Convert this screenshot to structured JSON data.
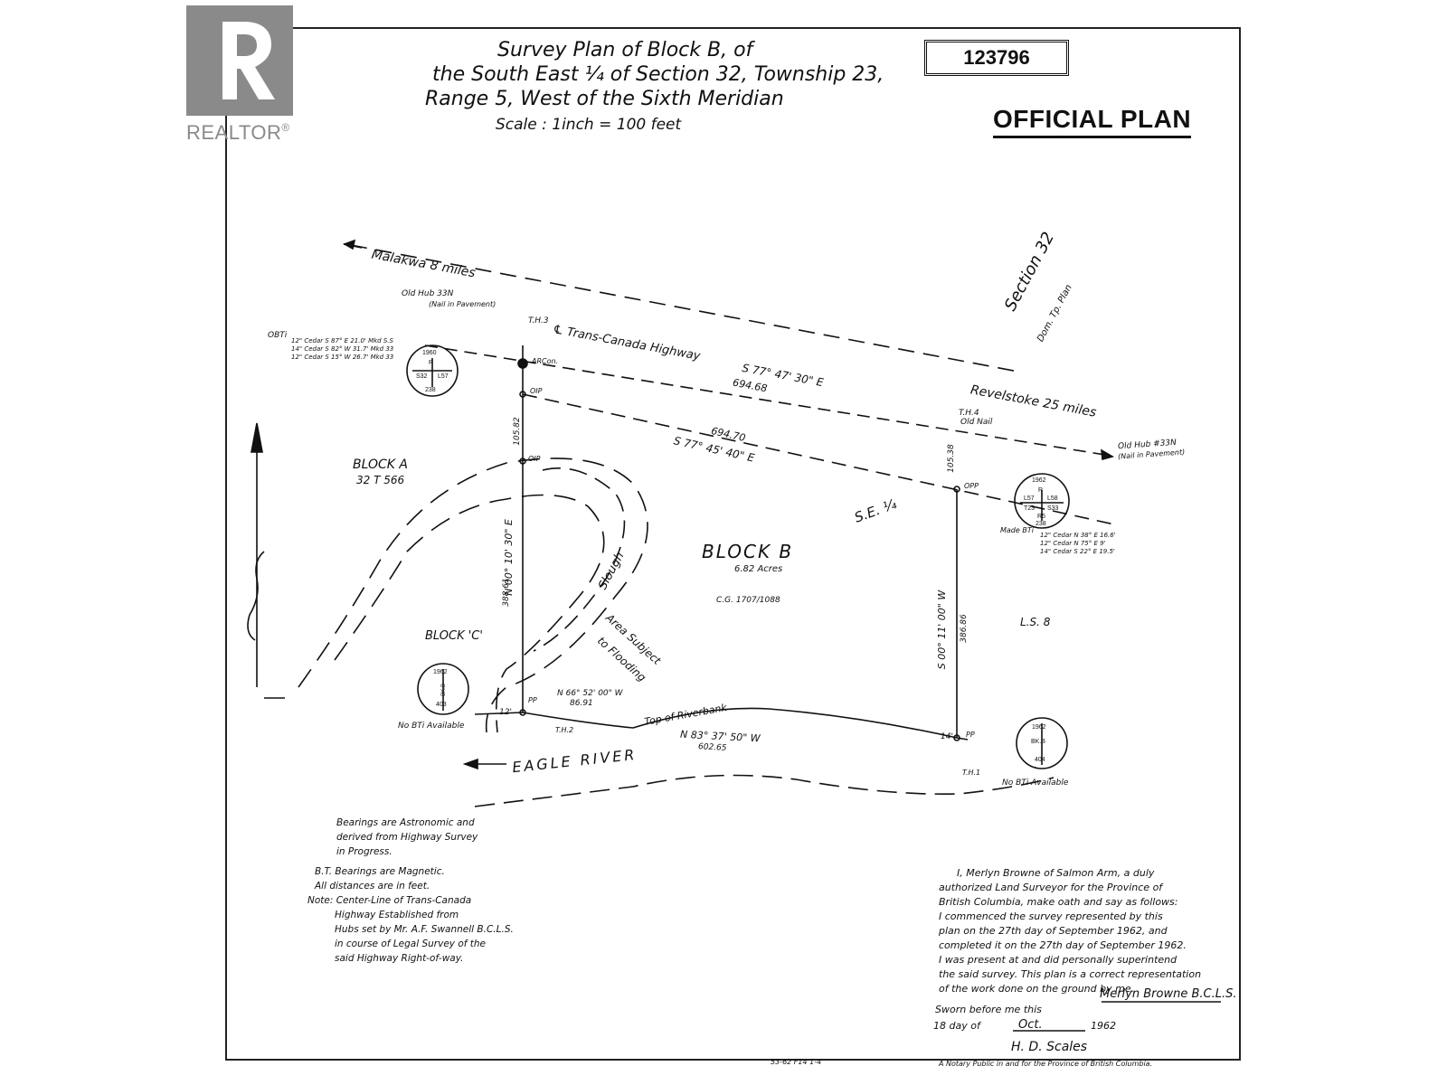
{
  "logo": {
    "text": "REALTOR",
    "icon": "realtor-r-logo"
  },
  "plan_number": "123796",
  "official_label": "OFFICIAL PLAN",
  "title_lines": [
    "Survey Plan of Block B, of",
    "the South East ¼ of Section 32, Township 23,",
    "Range 5, West of the Sixth Meridian"
  ],
  "scale": "Scale : 1inch = 100 feet",
  "labels": {
    "malakwa": "Malakwa 8 miles",
    "revelstoke": "Revelstoke 25 miles",
    "section": "Section 32",
    "dom_plan": "Dom. Tp. Plan",
    "highway": "℄ Trans-Canada Highway",
    "hwy_bearing": "S 77° 47' 30\" E",
    "hwy_dist": "694.68",
    "north_bearing": "S 77° 45' 40\" E",
    "north_dist": "694.70",
    "old_hub_left": "Old Hub 33N",
    "old_hub_left_note": "(Nail in Pavement)",
    "old_hub_right": "Old Hub #33N",
    "old_hub_right_note": "(Nail in Pavement)",
    "th3": "T.H.3",
    "th4": "T.H.4",
    "old_nail": "Old Nail",
    "block_a": "BLOCK A",
    "block_a_plan": "32 T 566",
    "block_b": "BLOCK B",
    "block_b_area": "6.82 Acres",
    "cg": "C.G. 1707/1088",
    "block_c": "BLOCK 'C'",
    "se_quarter": "S.E. ¼",
    "ls8": "L.S. 8",
    "slough": "Slough",
    "flood": "Area Subject",
    "flood2": "to Flooding",
    "riverbank": "Top of Riverbank",
    "river": "EAGLE RIVER",
    "west_dist": "388.61",
    "west_bearing": "N 00° 10' 30\" E",
    "west_top": "105.82",
    "east_dist": "386.86",
    "east_bearing": "S 00° 11' 00\" W",
    "east_top": "105.38",
    "south_bearing": "N 83° 37' 50\" W",
    "south_dist": "602.65",
    "sw_bearing": "N 66° 52' 00\" W",
    "sw_dist": "86.91",
    "no_bti_left": "No BTi Available",
    "no_bti_right": "No BTi Available",
    "obti": "OBTi",
    "obti_1": "12\" Cedar S 87° E  21.0' Mkd S.S",
    "obti_2": "14\" Cedar S 82° W  31.7' Mkd 33",
    "obti_3": "12\" Cedar S 15° W  26.7' Mkd 33",
    "made_bti": "Made BTi",
    "bti_1": "12\" Cedar N 38° E  16.6'",
    "bti_2": "12\" Cedar N 75° E  9'",
    "bti_3": "14\" Cedar S 22° E  19.5'",
    "th1": "T.H.1",
    "th2": "T.H.2",
    "oip": "OIP",
    "opp": "OPP",
    "pp": "PP",
    "arcon": "ARCon.",
    "twelve": "12'",
    "fourteen": "14'"
  },
  "notes": [
    "Bearings are Astronomic and",
    "derived from Highway Survey",
    "in Progress.",
    "",
    "B.T. Bearings are Magnetic.",
    "All distances are in feet.",
    "Note:  Center-Line of Trans-Canada",
    "         Highway Established from",
    "         Hubs set by Mr. A.F. Swannell B.C.L.S.",
    "         in course of Legal Survey of the",
    "         said Highway Right-of-way."
  ],
  "oath": [
    "I, Merlyn Browne of Salmon Arm, a duly",
    "authorized Land Surveyor for the Province of",
    "British Columbia, make oath and say as follows:",
    "I commenced the survey represented by this",
    "plan on the 27th day of September 1962, and",
    "completed it on the 27th day of September 1962.",
    "I was present at and did personally superintend",
    "the said survey. This plan is a correct representation",
    "of the work done on the ground by me."
  ],
  "signature": "Merlyn Browne B.C.L.S.",
  "sworn": "Sworn before me this",
  "sworn_day": "18 day of",
  "sworn_month": "Oct.",
  "sworn_year": "1962",
  "notary_sig": "H. D. Scales",
  "notary": "A Notary Public in and for the Province of British Columbia.",
  "footer_code": "53-62  F14 1-4",
  "monuments": {
    "left_top": [
      "1960",
      "R",
      "S32",
      "L57",
      "238"
    ],
    "right_top": [
      "1962",
      "R",
      "L57",
      "L58",
      "T23",
      "S33",
      "R5",
      "238"
    ],
    "left_bottom": [
      "1962",
      "BK.B",
      "403"
    ],
    "right_bottom": [
      "1962",
      "BK.B",
      "404"
    ]
  }
}
